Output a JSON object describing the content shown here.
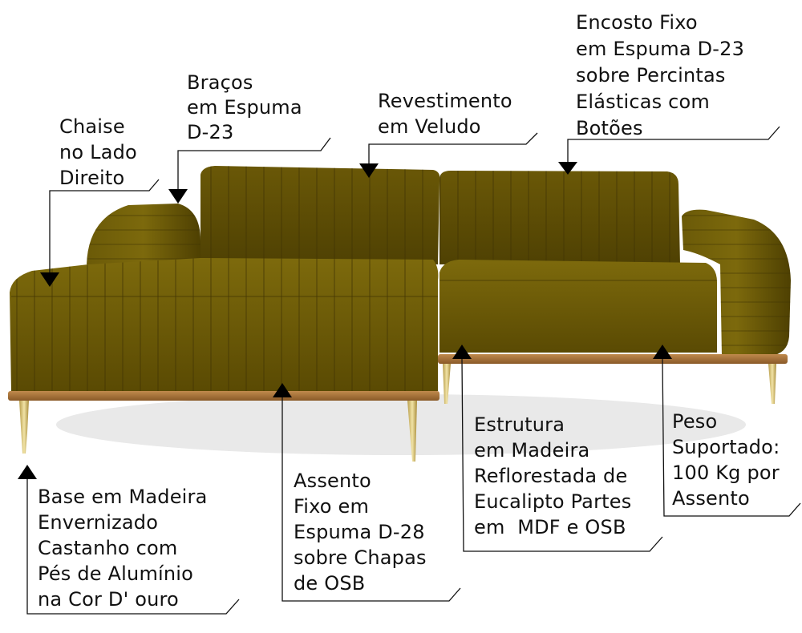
{
  "colors": {
    "velvet": "#6f5d07",
    "velvet_dark": "#4a3d02",
    "wood": "#a2713a",
    "gold_leg": "#d9c47a",
    "line": "#111111"
  },
  "callouts": {
    "encosto": {
      "lines": [
        "Encosto Fixo",
        "em Espuma D-23",
        "sobre Percintas",
        "Elásticas com",
        "Botões"
      ]
    },
    "bracos": {
      "lines": [
        "Braços",
        "em Espuma",
        "D-23"
      ]
    },
    "revestimento": {
      "lines": [
        "Revestimento",
        "em Veludo"
      ]
    },
    "chaise": {
      "lines": [
        "Chaise",
        "no Lado",
        "Direito"
      ]
    },
    "estrutura": {
      "lines": [
        "Estrutura",
        "em Madeira",
        "Reflorestada de",
        "Eucalipto Partes",
        "em  MDF e OSB"
      ]
    },
    "peso": {
      "lines": [
        "Peso",
        "Suportado:",
        "100 Kg por",
        "Assento"
      ]
    },
    "assento": {
      "lines": [
        "Assento",
        "Fixo em",
        "Espuma D-28",
        "sobre Chapas",
        "de OSB"
      ]
    },
    "base": {
      "lines": [
        "Base em Madeira",
        "Envernizado",
        "Castanho com",
        "Pés de Alumínio",
        "na Cor D' ouro"
      ]
    }
  }
}
